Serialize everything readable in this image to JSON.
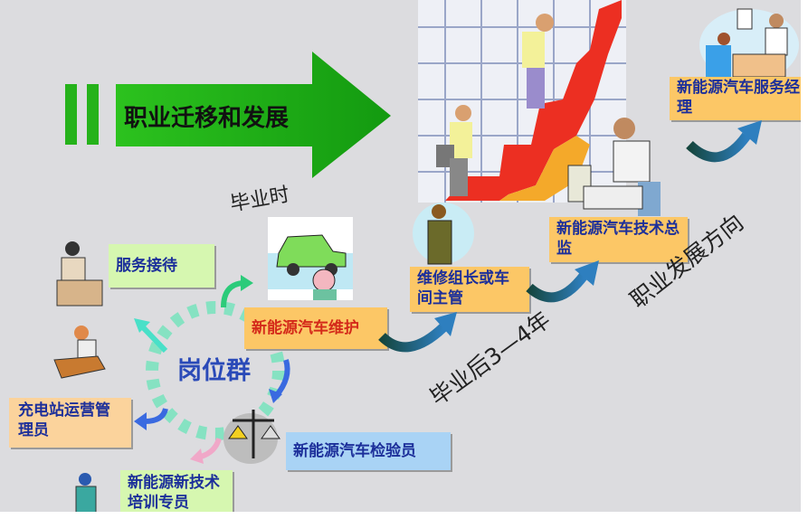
{
  "banner": {
    "title": "职业迁移和发展",
    "color": "#22b01a"
  },
  "labels": {
    "graduation": "毕业时",
    "after_graduation": "毕业后3—4年",
    "career_direction": "职业发展方向",
    "job_group": "岗位群"
  },
  "roles": {
    "service_reception": "服务接待",
    "ev_maintenance": "新能源汽车维护",
    "charging_station": "充电站运营管理员",
    "ev_inspector": "新能源汽车检验员",
    "training_specialist": "新能源新技术培训专员",
    "repair_leader": "维修组长或车间主管",
    "tech_director": "新能源汽车技术总监",
    "service_manager": "新能源汽车服务经理"
  },
  "colors": {
    "text_blue": "#1c2f9a",
    "text_red": "#d42a1a",
    "box_orange": "#fcc766",
    "box_green": "#d6f7b0",
    "box_peach": "#fbd39c",
    "box_blue": "#a9d3f5",
    "arrow_teal": "#1d6b78",
    "ring": "#7fe0bf"
  }
}
